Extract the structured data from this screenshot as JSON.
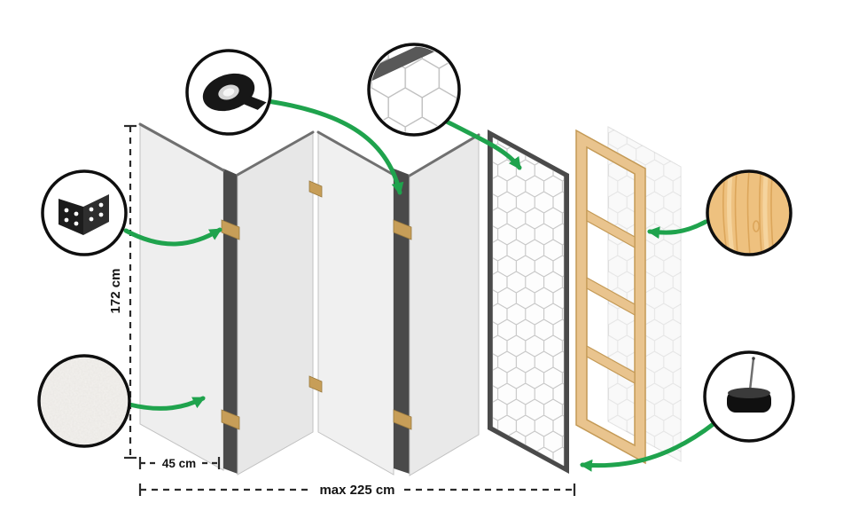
{
  "figure": {
    "name": "room-divider-assembly-diagram",
    "dimensions": {
      "height": "172 cm",
      "panel_width": "45 cm",
      "max_width": "max 225 cm"
    },
    "callouts": {
      "hinge": "metal-hinge-icon",
      "tape": "adhesive-tape-icon",
      "pattern_detail": "print-pattern-icon",
      "fleece": "nonwoven-texture-icon",
      "wood": "pine-wood-icon",
      "foot": "floor-protector-icon"
    },
    "colors": {
      "arrow_green": "#1fa34d",
      "panel_edge_dark": "#4a4a4a",
      "wood_fill": "#e9c48e",
      "hinge_tan": "#c79e58",
      "panel_fills": [
        "#eeeeee",
        "#e7e7e7",
        "#f0f0f0",
        "#e9e9e9"
      ]
    }
  }
}
